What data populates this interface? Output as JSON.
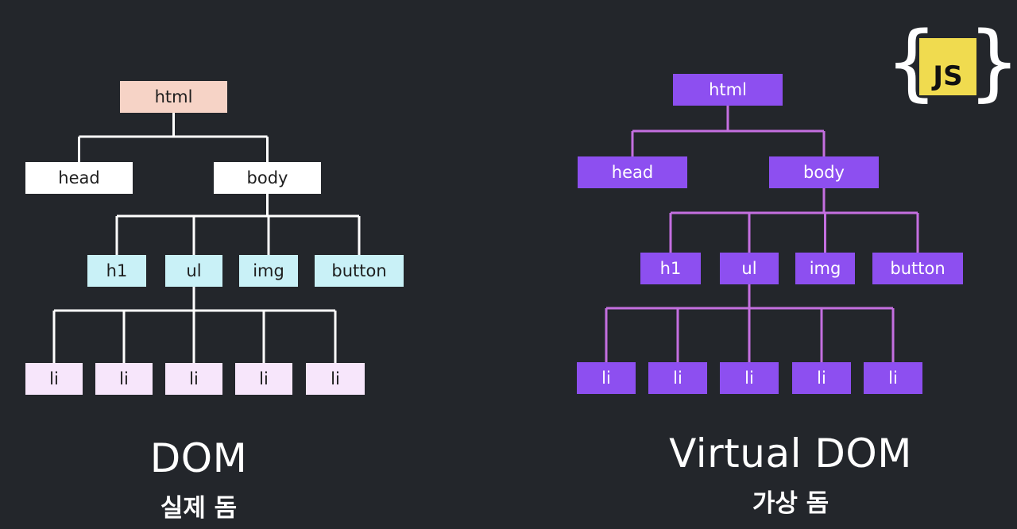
{
  "logo": {
    "text": "JS",
    "left_brace": "{",
    "right_brace": "}",
    "color": "#f0db4f"
  },
  "trees": [
    {
      "id": "dom",
      "line_color": "#ffffff",
      "caption": "DOM",
      "subcaption": "실제 돔",
      "root": {
        "label": "html",
        "color": "#f6d3c6",
        "children": [
          {
            "label": "head",
            "color": "#ffffff"
          },
          {
            "label": "body",
            "color": "#ffffff",
            "children": [
              {
                "label": "h1",
                "color": "#c9f1f7"
              },
              {
                "label": "ul",
                "color": "#c9f1f7",
                "children": [
                  {
                    "label": "li",
                    "color": "#f7e6fb"
                  },
                  {
                    "label": "li",
                    "color": "#f7e6fb"
                  },
                  {
                    "label": "li",
                    "color": "#f7e6fb"
                  },
                  {
                    "label": "li",
                    "color": "#f7e6fb"
                  },
                  {
                    "label": "li",
                    "color": "#f7e6fb"
                  }
                ]
              },
              {
                "label": "img",
                "color": "#c9f1f7"
              },
              {
                "label": "button",
                "color": "#c9f1f7"
              }
            ]
          }
        ]
      }
    },
    {
      "id": "virtual-dom",
      "line_color": "#c46fe0",
      "caption": "Virtual DOM",
      "subcaption": "가상 돔",
      "root": {
        "label": "html",
        "color": "#8d4ff0",
        "text_color": "#ffffff",
        "children": [
          {
            "label": "head",
            "color": "#8d4ff0",
            "text_color": "#ffffff"
          },
          {
            "label": "body",
            "color": "#8d4ff0",
            "text_color": "#ffffff",
            "children": [
              {
                "label": "h1",
                "color": "#8d4ff0",
                "text_color": "#ffffff"
              },
              {
                "label": "ul",
                "color": "#8d4ff0",
                "text_color": "#ffffff",
                "children": [
                  {
                    "label": "li",
                    "color": "#8d4ff0",
                    "text_color": "#ffffff"
                  },
                  {
                    "label": "li",
                    "color": "#8d4ff0",
                    "text_color": "#ffffff"
                  },
                  {
                    "label": "li",
                    "color": "#8d4ff0",
                    "text_color": "#ffffff"
                  },
                  {
                    "label": "li",
                    "color": "#8d4ff0",
                    "text_color": "#ffffff"
                  },
                  {
                    "label": "li",
                    "color": "#8d4ff0",
                    "text_color": "#ffffff"
                  }
                ]
              },
              {
                "label": "img",
                "color": "#8d4ff0",
                "text_color": "#ffffff"
              },
              {
                "label": "button",
                "color": "#8d4ff0",
                "text_color": "#ffffff"
              }
            ]
          }
        ]
      }
    }
  ]
}
